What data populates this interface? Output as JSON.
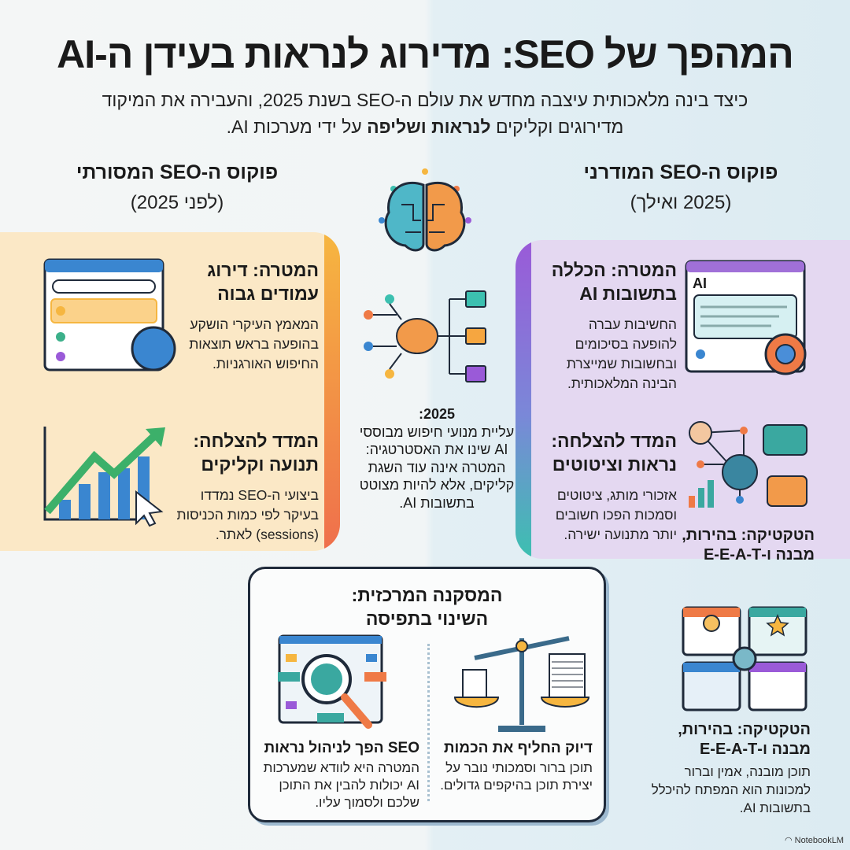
{
  "header": {
    "title": "המהפך של SEO: מדירוג לנראות בעידן ה-AI",
    "subtitle_line1": "כיצד בינה מלאכותית עיצבה מחדש את עולם ה-SEO בשנת 2025, והעבירה את המיקוד",
    "subtitle_line2_pre": "מדירוגים וקליקים ",
    "subtitle_line2_bold": "לנראות ושליפה",
    "subtitle_line2_post": " על ידי מערכות AI."
  },
  "traditional": {
    "title": "פוקוס ה-SEO המסורתי",
    "period": "(לפני 2025)",
    "goal": {
      "heading": "המטרה: דירוג עמודים גבוה",
      "text": "המאמץ העיקרי הושקע בהופעה בראש תוצאות החיפוש האורגניות."
    },
    "metric": {
      "heading": "המדד להצלחה: תנועה וקליקים",
      "text": "ביצועי ה-SEO נמדדו בעיקר לפי כמות הכניסות (sessions) לאתר."
    }
  },
  "modern": {
    "title": "פוקוס ה-SEO המודרני",
    "period": "(2025 ואילך)",
    "goal": {
      "heading": "המטרה: הכללה בתשובות AI",
      "text": "החשיבות עברה להופעה בסיכומים ובחשובות שמייצרת הבינה המלאכותית.",
      "icon_label": "AI"
    },
    "metric": {
      "heading": "המדד להצלחה: נראות וציטוטים",
      "text": "אזכורי מותג, ציטוטים וסמכות הפכו חשובים יותר מתנועה ישירה."
    },
    "tactic_partial": "הטקטיקה: בהירות, מבנה ו-E-E-A-T"
  },
  "center": {
    "heading": "2025:",
    "text": "עליית מנועי חיפוש מבוססי AI שינו את האסטרטגיה: המטרה אינה עוד השגת קליקים, אלא להיות מצוטט בתשובות AI."
  },
  "conclusion": {
    "title_line1": "המסקנה המרכזית:",
    "title_line2": "השינוי בתפיסה",
    "right": {
      "heading": "דיוק החליף את הכמות",
      "text": "תוכן ברור וסמכותי נובר על יצירת תוכן בהיקפים גדולים."
    },
    "left": {
      "heading": "SEO הפך לניהול נראות",
      "text": "המטרה היא לוודא שמערכות AI יכולות להבין את התוכן שלכם ולסמוך עליו."
    }
  },
  "tactic": {
    "heading": "הטקטיקה: בהירות, מבנה ו-E-E-A-T",
    "text": "תוכן מובנה, אמין וברור למכונות הוא המפתח להיכלל בתשובות AI."
  },
  "brand": "NotebookLM",
  "colors": {
    "traditional_bg": "#fbe8c6",
    "modern_bg": "#e4d8f1",
    "orange": "#ef7a46",
    "purple": "#9a5ad8",
    "teal": "#3cc0b0",
    "blue": "#3a86d0"
  }
}
